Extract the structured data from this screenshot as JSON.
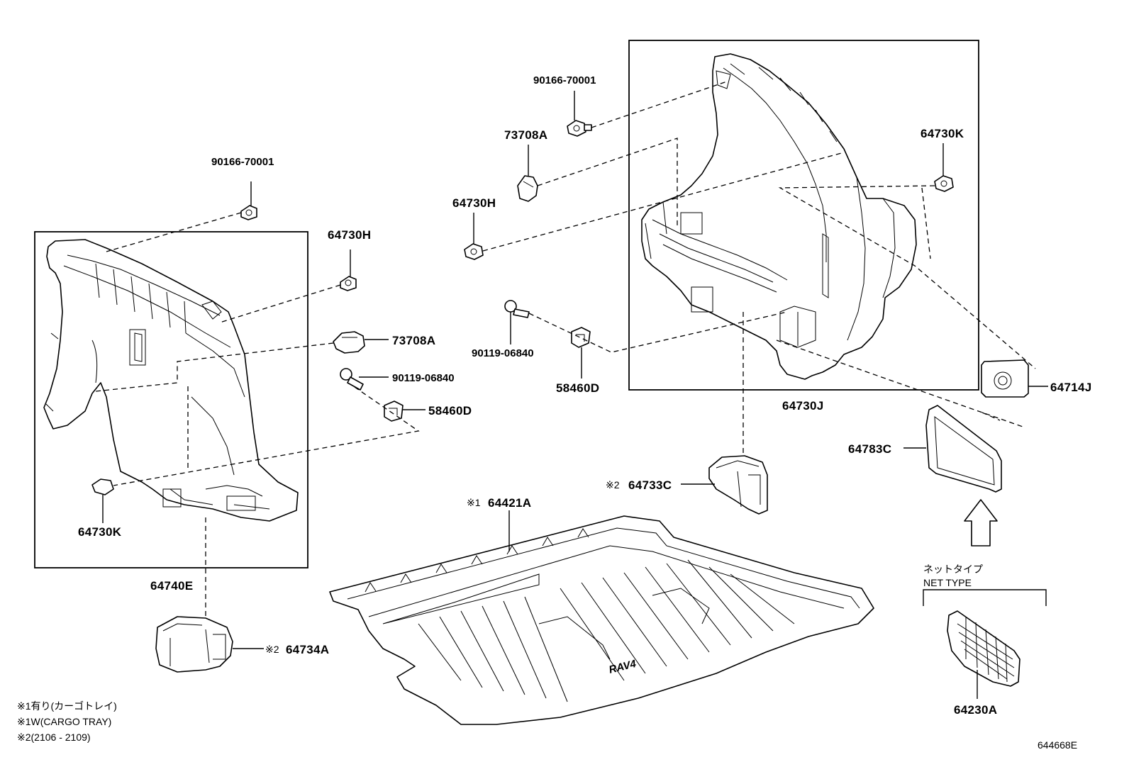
{
  "labels": {
    "left_clip_top": "90166-70001",
    "left_clip_h": "64730H",
    "left_fastener": "73708A",
    "left_screw": "90119-06840",
    "left_clip_d": "58460D",
    "left_clip_k": "64730K",
    "left_panel": "64740E",
    "left_bracket": "64734A",
    "left_bracket_mark": "※2",
    "right_clip_top": "90166-70001",
    "right_fastener": "73708A",
    "right_clip_h": "64730H",
    "right_screw": "90119-06840",
    "right_clip_d": "58460D",
    "right_clip_k": "64730K",
    "right_panel": "64730J",
    "right_cover": "64714J",
    "right_frame": "64783C",
    "right_bracket": "64733C",
    "right_bracket_mark": "※2",
    "cargo_tray": "64421A",
    "cargo_tray_mark": "※1",
    "net": "64230A",
    "net_type_jp": "ネットタイプ",
    "net_type_en": "NET TYPE",
    "tray_brand": "RAV4",
    "diagram_id": "644668E"
  },
  "notes": {
    "line1": "※1有り(カーゴトレイ)",
    "line2": "※1W(CARGO TRAY)",
    "line3": "※2(2106 - 2109)"
  }
}
